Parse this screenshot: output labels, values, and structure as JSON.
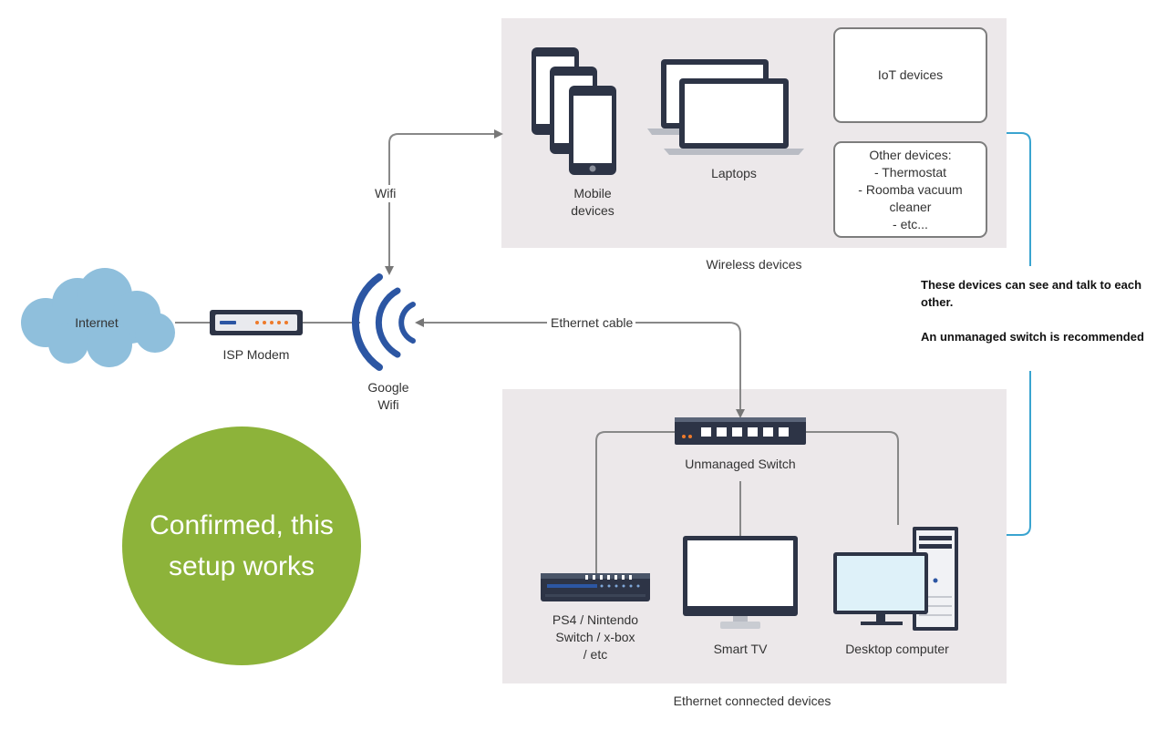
{
  "nodes": {
    "internet": "Internet",
    "isp_modem": "ISP Modem",
    "google_wifi": "Google\nWifi",
    "mobile_devices": "Mobile\ndevices",
    "laptops": "Laptops",
    "iot_devices": "IoT  devices",
    "other_devices": "Other devices:\n- Thermostat\n- Roomba vacuum\ncleaner\n- etc...",
    "unmanaged_switch": "Unmanaged Switch",
    "consoles": "PS4 / Nintendo\nSwitch / x-box\n/ etc",
    "smart_tv": "Smart TV",
    "desktop_computer": "Desktop computer"
  },
  "edges": {
    "wifi": "Wifi",
    "ethernet_cable": "Ethernet cable"
  },
  "groups": {
    "wireless": "Wireless devices",
    "ethernet": "Ethernet connected devices"
  },
  "note": {
    "line1": "These devices can see and talk to each other.",
    "line2": "An unmanaged switch is recommended"
  },
  "status": {
    "confirmed": "Confirmed, this\nsetup works"
  },
  "colors": {
    "panel": "#ece8ea",
    "wifi_blue": "#2c56a3",
    "cloud": "#8fbfdc",
    "confirm_green": "#8db33a",
    "bracket": "#3aa4d0",
    "device_dark": "#2d3446",
    "screen": "#ffffff"
  }
}
